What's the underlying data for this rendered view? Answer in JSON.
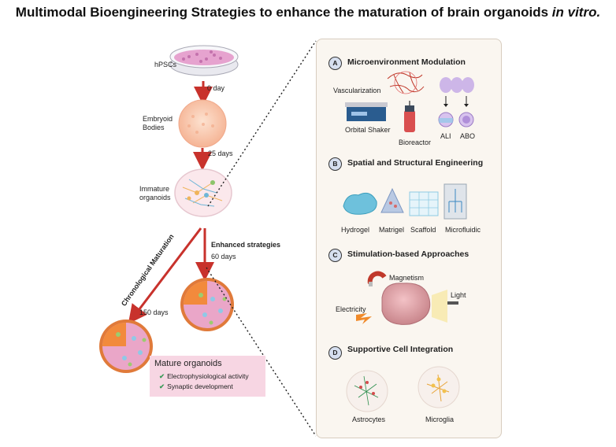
{
  "title": {
    "main": "Multimodal Bioengineering Strategies to enhance the maturation of brain organoids ",
    "emphasis": "in vitro."
  },
  "timeline": {
    "hpscs": "hPSCs",
    "embryoid": [
      "Embryoid",
      "Bodies"
    ],
    "immature": [
      "Immature",
      "organoids"
    ],
    "day0": "0 day",
    "day25": "25 days",
    "chronological": "Chronological Maturation",
    "day150": "150 days",
    "enhanced": "Enhanced strategies",
    "day60": "60 days"
  },
  "mature": {
    "title": "Mature organoids",
    "items": [
      "Electrophysiological activity",
      "Synaptic development"
    ]
  },
  "sections": [
    {
      "badge": "A",
      "title": "Microenvironment Modulation",
      "labels": {
        "vascularization": "Vascularization",
        "orbital_shaker": "Orbital Shaker",
        "bioreactor": "Bioreactor",
        "ali": "ALI",
        "abo": "ABO"
      }
    },
    {
      "badge": "B",
      "title": "Spatial and Structural Engineering",
      "labels": {
        "hydrogel": "Hydrogel",
        "matrigel": "Matrigel",
        "scaffold": "Scaffold",
        "microfluidic": "Microfluidic"
      }
    },
    {
      "badge": "C",
      "title": "Stimulation-based Approaches",
      "labels": {
        "magnetism": "Magnetism",
        "light": "Light",
        "electricity": "Electricity"
      }
    },
    {
      "badge": "D",
      "title": "Supportive Cell Integration",
      "labels": {
        "astrocytes": "Astrocytes",
        "microglia": "Microglia"
      }
    }
  ],
  "colors": {
    "arrow": "#c8322c",
    "panel_bg": "#faf6f0",
    "mature_box": "#f7d6e3",
    "badge_bg": "#d6dfef",
    "check": "#3e9b5b"
  }
}
